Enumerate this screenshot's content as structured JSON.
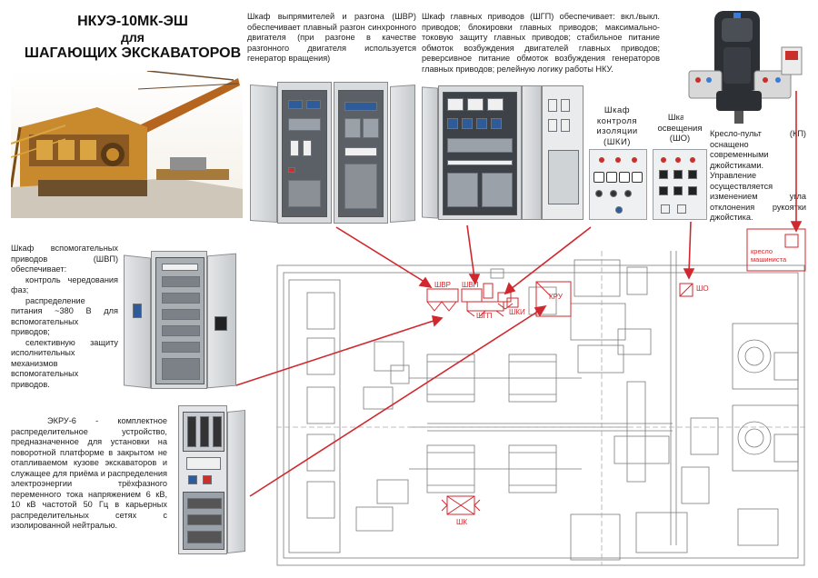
{
  "title": {
    "line1": "НКУЭ-10МК-ЭШ",
    "line2": "для",
    "line3": "ШАГАЮЩИХ ЭКСКАВАТОРОВ"
  },
  "shvr_desc": "Шкаф выпрямителей и разгона (ШВР) обеспечивает плавный разгон синхронного двигателя (при разгоне в качестве разгонного двигателя используется генератор вращения)",
  "shgp_desc": "Шкаф главных приводов (ШГП) обеспечивает: вкл./выкл. приводов; блокировки главных приводов; максимально-токовую защиту главных приводов; стабильное питание обмоток возбуждения двигателей главных приводов; реверсивное питание обмоток возбуждения генераторов главных приводов; релейную логику работы НКУ.",
  "shki_label": "Шкаф контроля изоляции (ШКИ)",
  "sho_label": "Шкаф освещения (ШО)",
  "kp_desc": "Кресло-пульт (КП) оснащено современными джойстиками. Управление осуществляется изменением угла отклонения рукоятки джойстика.",
  "shvp_desc": {
    "intro": "Шкаф вспомогательных приводов (ШВП) обеспечивает:",
    "items": [
      "контроль чередования фаз;",
      "распределение питания ~380 В для вспомогательных приводов;",
      "селективную защиту исполнительных механизмов вспомогательных приводов."
    ]
  },
  "ekru_desc": "ЭКРУ-6 - комплектное распределительное устройство, предназначенное для установки на поворотной платформе в закрытом не отапливаемом кузове экскаваторов и служащее для приёма и распределения электроэнергии трёхфазного переменного тока напряжением 6 кВ, 10 кВ частотой 50 Гц в карьерных распределительных сетях с изолированной нейтралью.",
  "plan_labels": {
    "shvr": "ШВР",
    "shvp": "ШВП",
    "shgp": "ШГП",
    "shki": "ШКИ",
    "kru": "КРУ",
    "sho": "ШО",
    "shk": "ШК",
    "operator_seat": "кресло машиниста"
  },
  "colors": {
    "accent_red": "#d0282e",
    "plan_line": "#6a6a6a"
  }
}
